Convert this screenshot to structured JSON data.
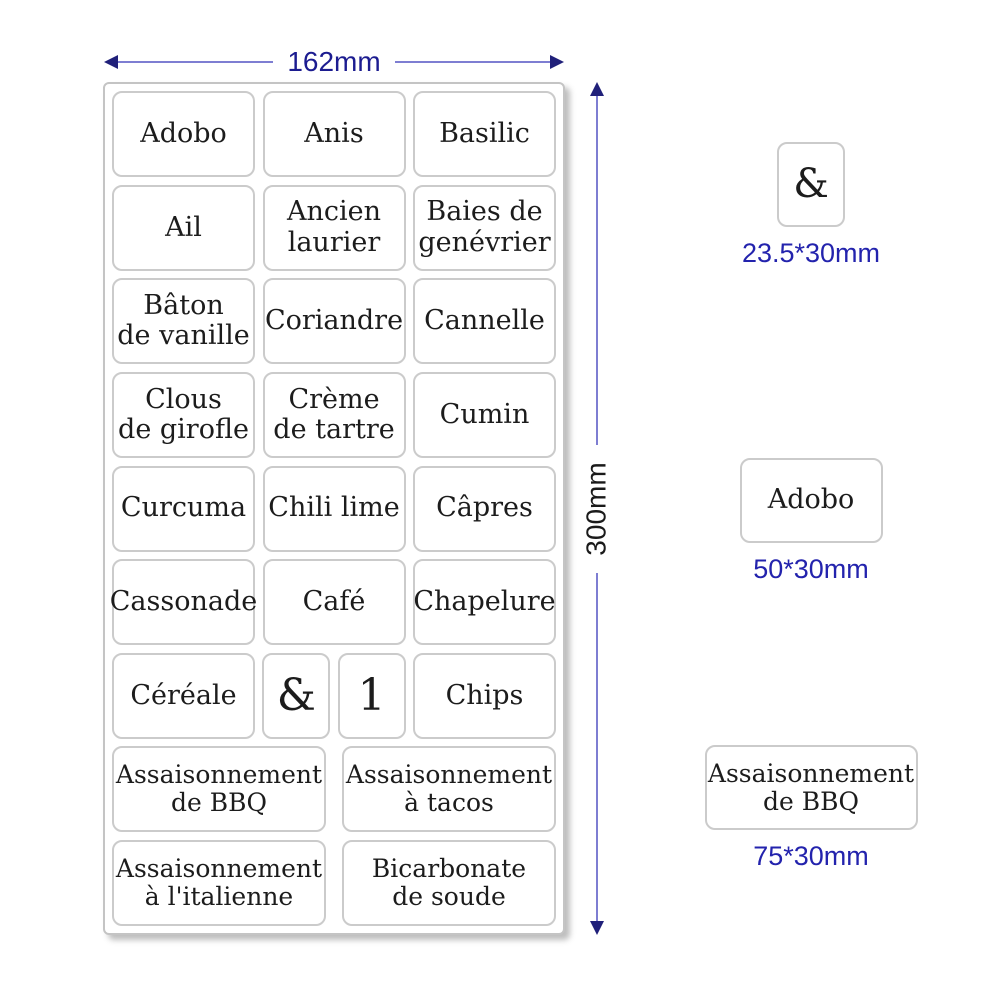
{
  "dimensions": {
    "width_label": "162mm",
    "height_label": "300mm"
  },
  "sheet": {
    "rows": [
      {
        "cells": [
          {
            "text": "Adobo",
            "w": "50"
          },
          {
            "text": "Anis",
            "w": "50"
          },
          {
            "text": "Basilic",
            "w": "50"
          }
        ]
      },
      {
        "cells": [
          {
            "text": "Ail",
            "w": "50"
          },
          {
            "text": "Ancien\nlaurier",
            "w": "50"
          },
          {
            "text": "Baies de\ngenévrier",
            "w": "50"
          }
        ]
      },
      {
        "cells": [
          {
            "text": "Bâton\nde vanille",
            "w": "50"
          },
          {
            "text": "Coriandre",
            "w": "50"
          },
          {
            "text": "Cannelle",
            "w": "50"
          }
        ]
      },
      {
        "cells": [
          {
            "text": "Clous\nde girofle",
            "w": "50"
          },
          {
            "text": "Crème\nde tartre",
            "w": "50"
          },
          {
            "text": "Cumin",
            "w": "50"
          }
        ]
      },
      {
        "cells": [
          {
            "text": "Curcuma",
            "w": "50"
          },
          {
            "text": "Chili lime",
            "w": "50"
          },
          {
            "text": "Câpres",
            "w": "50"
          }
        ]
      },
      {
        "cells": [
          {
            "text": "Cassonade",
            "w": "50"
          },
          {
            "text": "Café",
            "w": "50"
          },
          {
            "text": "Chapelure",
            "w": "50"
          }
        ]
      },
      {
        "cells": [
          {
            "text": "Céréale",
            "w": "50"
          },
          {
            "text": "&",
            "w": "23",
            "symbol": true
          },
          {
            "text": "1",
            "w": "23",
            "symbol": true
          },
          {
            "text": "Chips",
            "w": "50"
          }
        ]
      },
      {
        "cells": [
          {
            "text": "Assaisonnement\nde BBQ",
            "w": "75"
          },
          {
            "text": "Assaisonnement\nà tacos",
            "w": "75"
          }
        ]
      },
      {
        "cells": [
          {
            "text": "Assaisonnement\nà l'italienne",
            "w": "75"
          },
          {
            "text": "Bicarbonate\nde soude",
            "w": "75"
          }
        ]
      }
    ]
  },
  "size_examples": [
    {
      "label_text": "&",
      "size_label": "23.5*30mm",
      "variant": "small"
    },
    {
      "label_text": "Adobo",
      "size_label": "50*30mm",
      "variant": "medium"
    },
    {
      "label_text": "Assaisonnement\nde BBQ",
      "size_label": "75*30mm",
      "variant": "large"
    }
  ],
  "colors": {
    "dimension_text": "#1c1c90",
    "size_text": "#2323ad",
    "arrow_line": "#7e7ed2",
    "arrow_head": "#20207a",
    "label_text": "#1c1c1c",
    "label_border": "#cbcbcb"
  }
}
